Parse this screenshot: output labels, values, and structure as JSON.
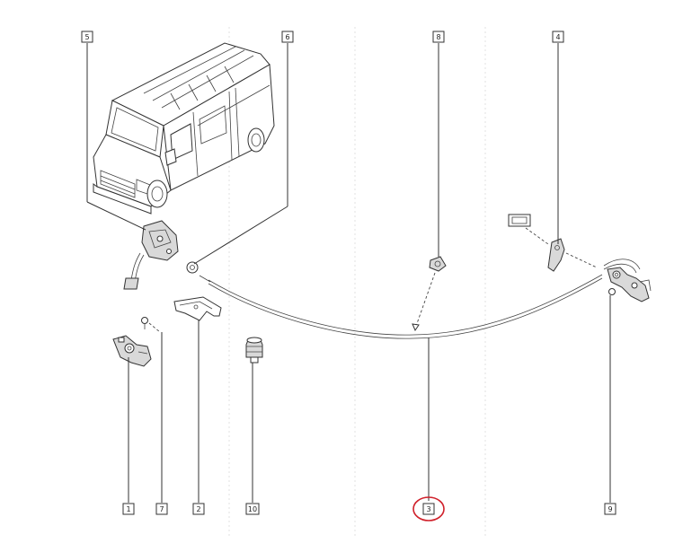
{
  "callouts": {
    "c1": "1",
    "c2": "2",
    "c3": "3",
    "c4": "4",
    "c5": "5",
    "c6": "6",
    "c7": "7",
    "c8": "8",
    "c9": "9",
    "c10": "10"
  },
  "highlight_color": "#d0202a"
}
